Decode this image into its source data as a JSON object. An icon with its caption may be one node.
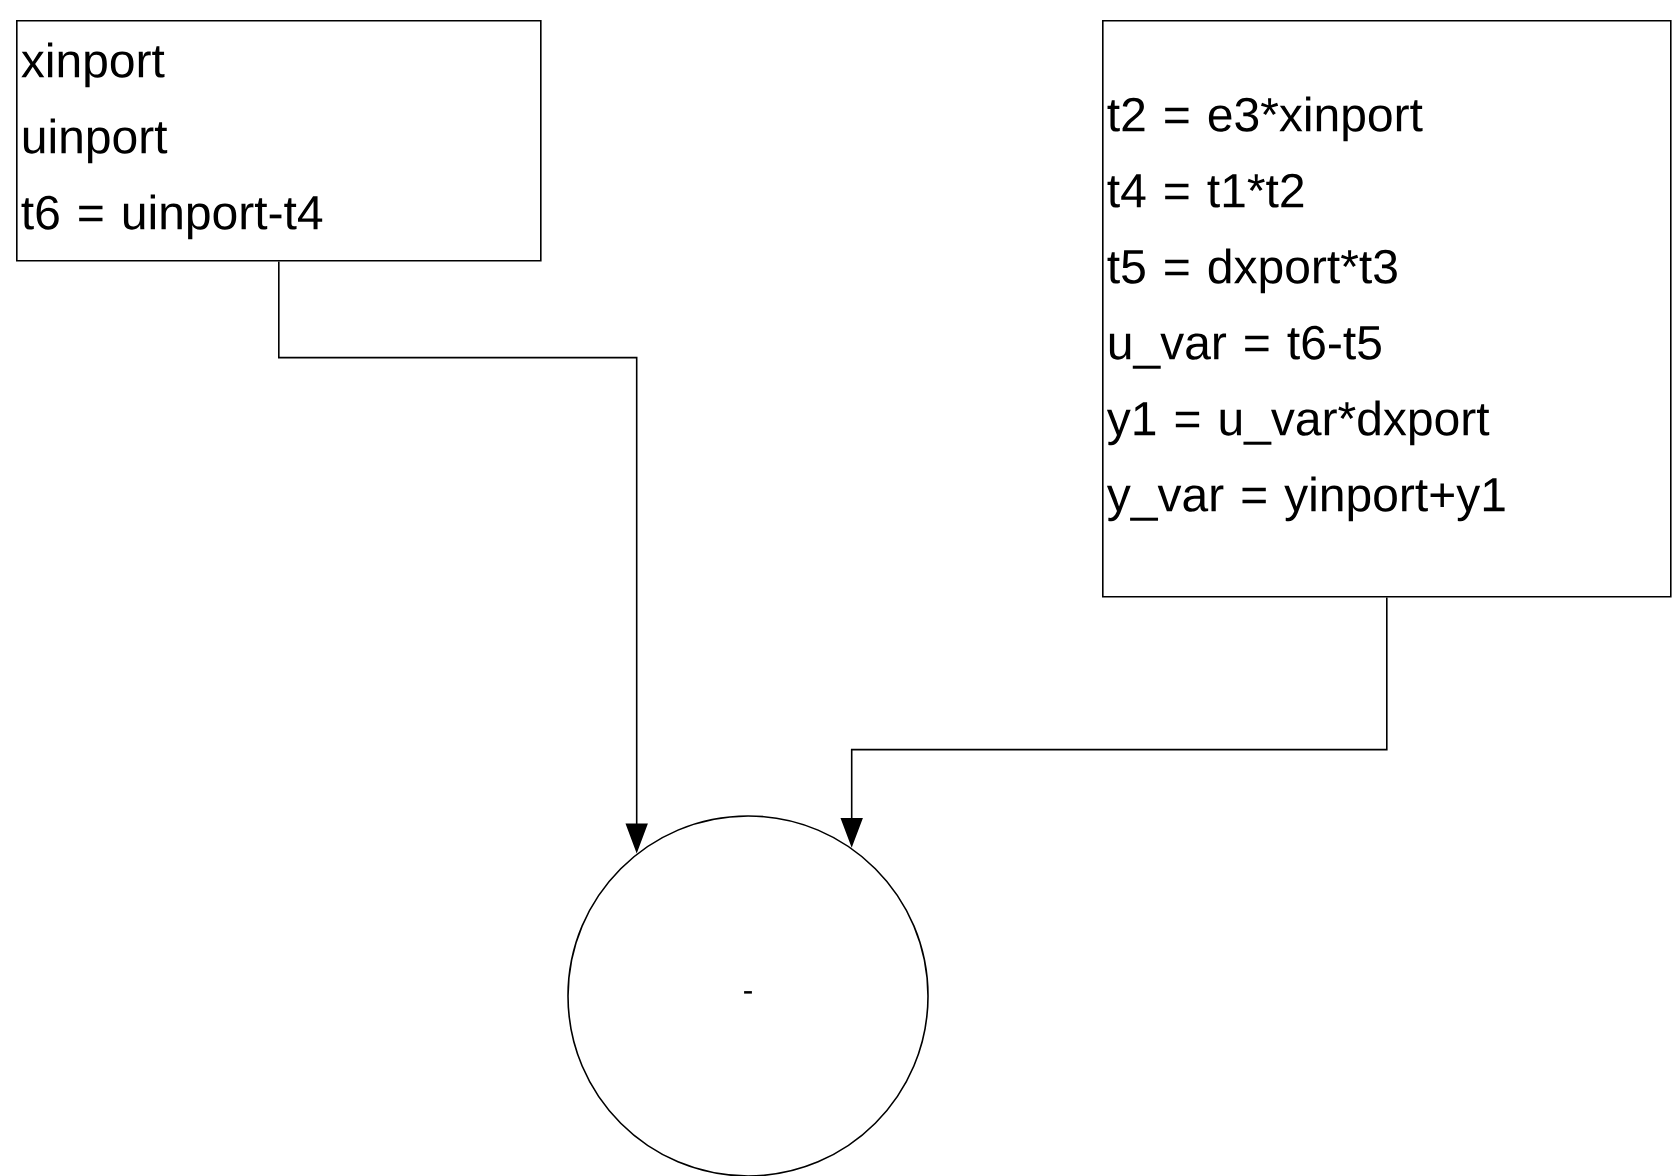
{
  "diagram": {
    "nodes": [
      {
        "text": [
          "xinport",
          "uinport",
          "t6 = uinport-t4"
        ]
      },
      {
        "text": [
          "t2 = e3*xinport",
          "t4 = t1*t2",
          "t5 = dxport*t3",
          "u_var = t6-t5",
          "y1 = u_var*dxport",
          "y_var = yinport+y1"
        ]
      },
      {
        "text": [
          "-"
        ]
      }
    ],
    "edges": [
      {
        "from": 0,
        "to": 2,
        "arrow": "to"
      },
      {
        "from": 1,
        "to": 2,
        "arrow": "to"
      }
    ]
  }
}
